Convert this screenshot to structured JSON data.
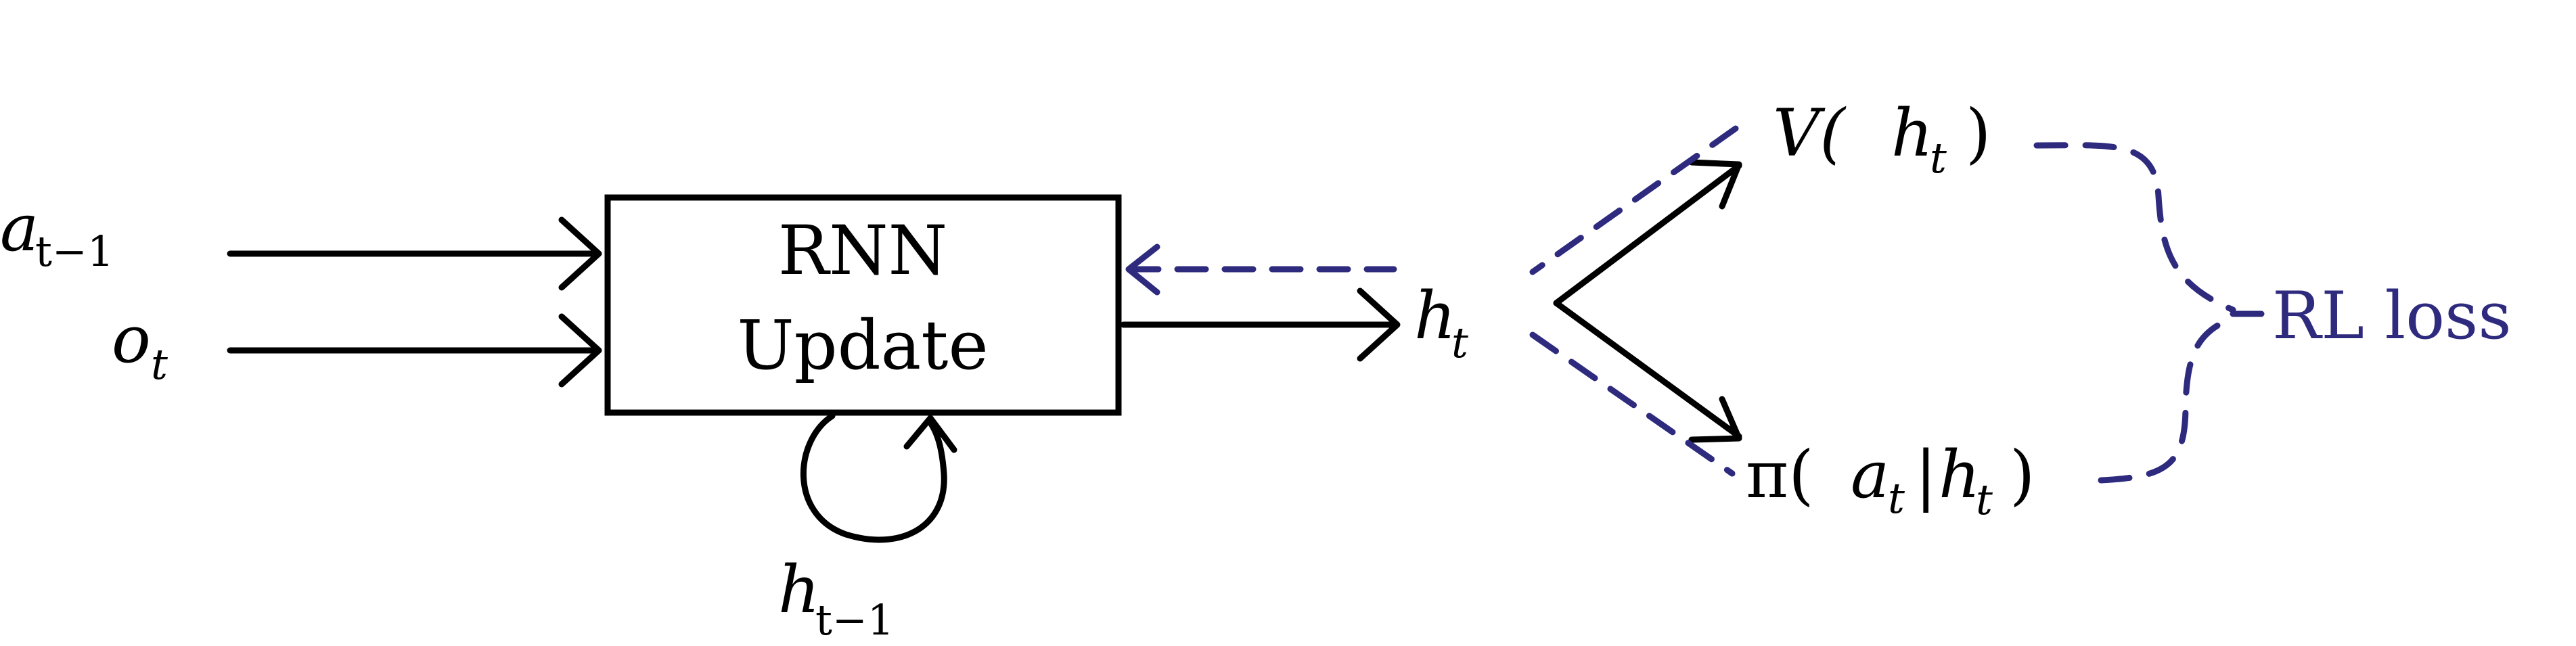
{
  "diagram": {
    "inputs": {
      "a": {
        "base": "a",
        "sub": "t−1"
      },
      "o": {
        "base": "o",
        "sub": "t"
      }
    },
    "box": {
      "line1": "RNN",
      "line2": "Update"
    },
    "recurrent": {
      "base": "h",
      "sub": "t−1"
    },
    "hidden": {
      "base": "h",
      "sub": "t"
    },
    "value": {
      "pre": "V(",
      "base": "h",
      "sub": "t",
      "post": ")"
    },
    "policy": {
      "pre": "π(",
      "a": "a",
      "a_sub": "t",
      "bar": "|",
      "h": "h",
      "h_sub": "t",
      "post": ")"
    },
    "loss": "RL loss",
    "colors": {
      "solid": "#000000",
      "dashed": "#2e2a7e"
    }
  }
}
